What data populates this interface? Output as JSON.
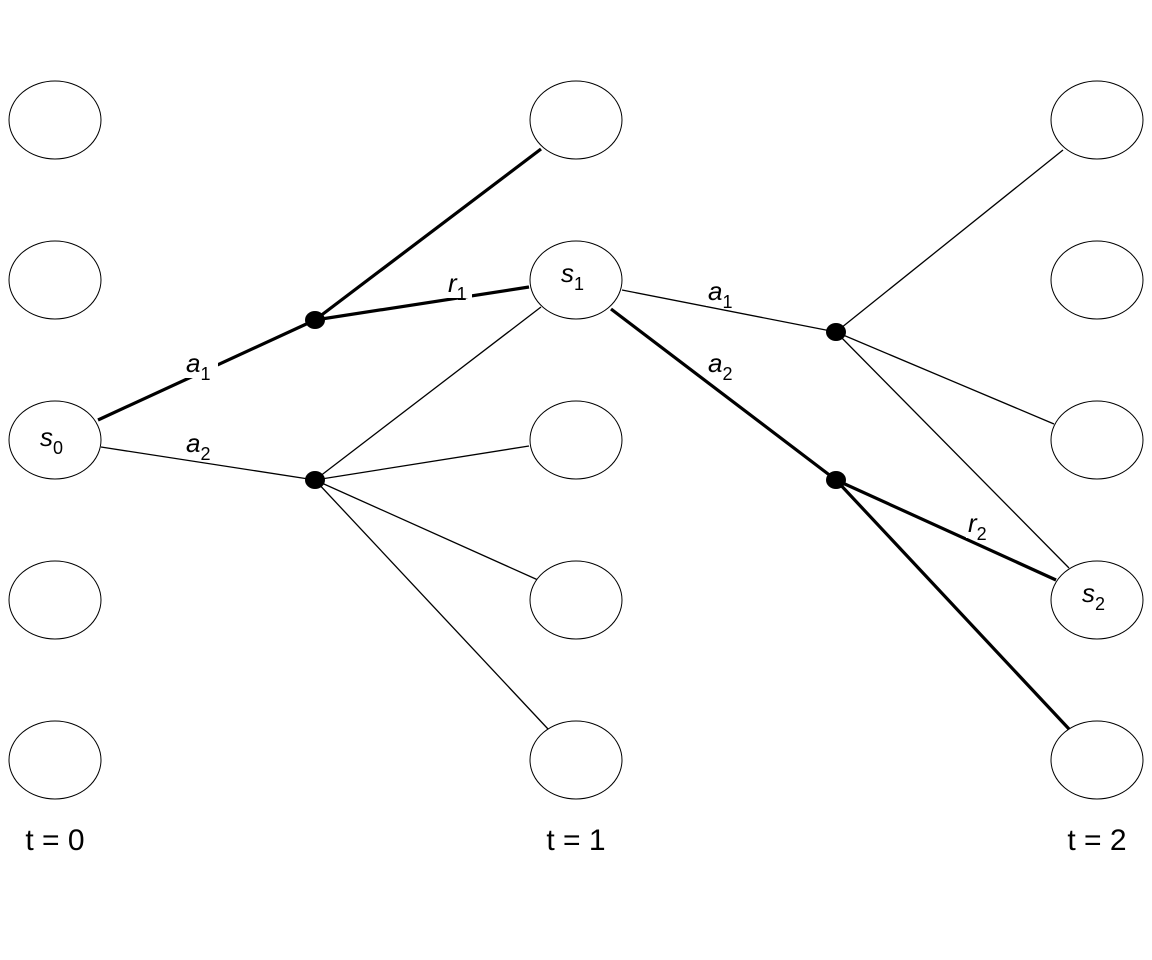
{
  "states": {
    "s0": {
      "main": "s",
      "sub": "0"
    },
    "s1": {
      "main": "s",
      "sub": "1"
    },
    "s2": {
      "main": "s",
      "sub": "2"
    }
  },
  "actions": {
    "a1": {
      "main": "a",
      "sub": "1"
    },
    "a2": {
      "main": "a",
      "sub": "2"
    }
  },
  "rewards": {
    "r1": {
      "main": "r",
      "sub": "1"
    },
    "r2": {
      "main": "r",
      "sub": "2"
    }
  },
  "time_labels": [
    "t = 0",
    "t = 1",
    "t = 2"
  ]
}
